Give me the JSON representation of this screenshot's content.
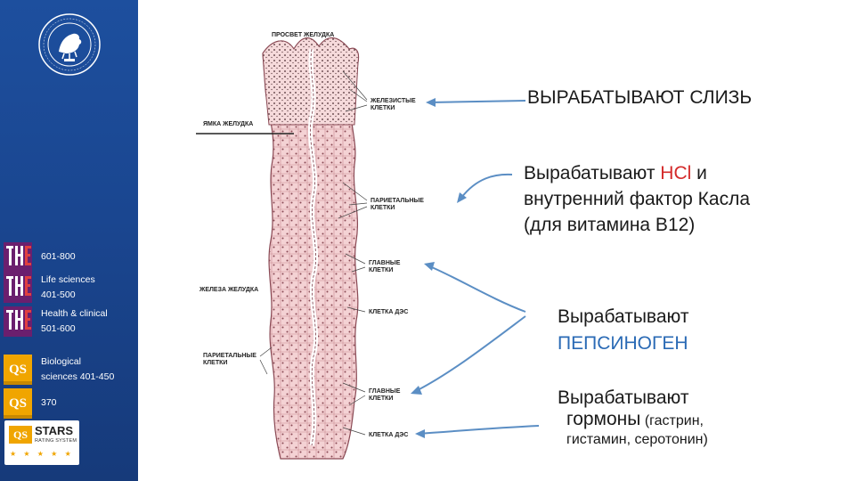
{
  "sidebar": {
    "rankings": [
      {
        "logo": "the-logo",
        "lines": [
          "601-800"
        ]
      },
      {
        "logo": "the-logo",
        "lines": [
          "Life sciences",
          "401-500"
        ]
      },
      {
        "logo": "the-logo",
        "lines": [
          "Health  &  clinical",
          "501-600"
        ]
      },
      {
        "logo": "qs-logo",
        "lines": [
          "Biological",
          "sciences    401-450"
        ]
      },
      {
        "logo": "qs-logo",
        "lines": [
          "370"
        ]
      }
    ],
    "stars_badge": {
      "brand": "QS",
      "title": "STARS",
      "subtitle": "RATING SYSTEM",
      "stars": "★ ★ ★ ★ ★"
    }
  },
  "diagram": {
    "labels": {
      "lumen": "ПРОСВЕТ ЖЕЛУДКА",
      "pit": "ЯМКА ЖЕЛУДКА",
      "glandular_cells": "ЖЕЛЕЗИСТЫЕ\nКЛЕТКИ",
      "parietal_cells_1": "ПАРИЕТАЛЬНЫЕ\nКЛЕТКИ",
      "chief_cells_1": "ГЛАВНЫЕ\nКЛЕТКИ",
      "gland": "ЖЕЛЕЗА ЖЕЛУДКА",
      "des_cell_1": "КЛЕТКА ДЭС",
      "parietal_cells_2": "ПАРИЕТАЛЬНЫЕ\nКЛЕТКИ",
      "chief_cells_2": "ГЛАВНЫЕ\nКЛЕТКИ",
      "des_cell_2": "КЛЕТКА ДЭС"
    }
  },
  "notes": {
    "mucus": "ВЫРАБАТЫВАЮТ СЛИЗЬ",
    "hcl_line1_pre": "Вырабатывают ",
    "hcl_line1_hl": "HCl",
    "hcl_line1_post": " и",
    "hcl_line2": "внутренний фактор Касла",
    "hcl_line3": "(для витамина В12)",
    "pepsin_line1": "Вырабатывают",
    "pepsin_line2": "ПЕПСИНОГЕН",
    "horm_line1": "Вырабатывают",
    "horm_line2_a": "гормоны",
    "horm_line2_b": " (гастрин,",
    "horm_line3": "гистамин, серотонин)"
  },
  "colors": {
    "sidebar": "#1a4690",
    "arrow": "#5b8ec4",
    "highlight_red": "#d42a2a",
    "highlight_blue": "#2a6ab5",
    "tissue": "#f2c9cc"
  }
}
